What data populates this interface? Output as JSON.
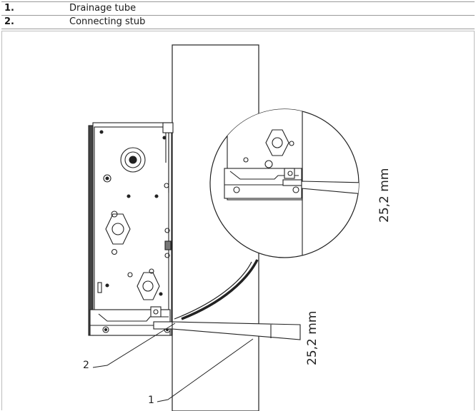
{
  "legend": {
    "items": [
      {
        "number": "1.",
        "label": "Drainage tube"
      },
      {
        "number": "2.",
        "label": "Connecting stub"
      }
    ]
  },
  "figure": {
    "callouts": {
      "tube": "1",
      "stub": "2"
    },
    "dimension_main": "25,2 mm",
    "dimension_detail": "25,2 mm"
  }
}
